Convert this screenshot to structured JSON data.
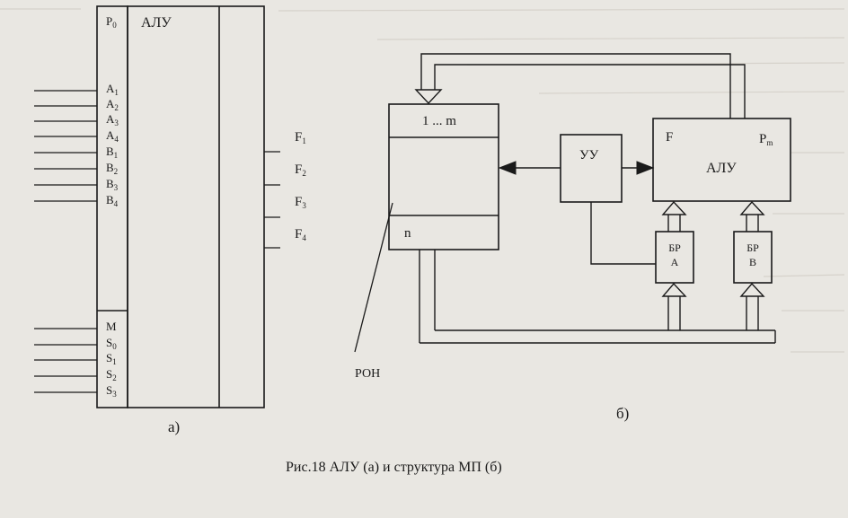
{
  "figure": {
    "caption": "Рис.18 АЛУ (а) и структура МП (б)",
    "panel_a": {
      "label": "а)",
      "chip_name": "АЛУ",
      "carry_in": {
        "base": "P",
        "sub": "0"
      },
      "data_inputs": [
        {
          "base": "A",
          "sub": "1"
        },
        {
          "base": "A",
          "sub": "2"
        },
        {
          "base": "A",
          "sub": "3"
        },
        {
          "base": "A",
          "sub": "4"
        },
        {
          "base": "B",
          "sub": "1"
        },
        {
          "base": "B",
          "sub": "2"
        },
        {
          "base": "B",
          "sub": "3"
        },
        {
          "base": "B",
          "sub": "4"
        }
      ],
      "control_inputs": [
        {
          "base": "M",
          "sub": ""
        },
        {
          "base": "S",
          "sub": "0"
        },
        {
          "base": "S",
          "sub": "1"
        },
        {
          "base": "S",
          "sub": "2"
        },
        {
          "base": "S",
          "sub": "3"
        }
      ],
      "outputs": [
        {
          "base": "F",
          "sub": "1"
        },
        {
          "base": "F",
          "sub": "2"
        },
        {
          "base": "F",
          "sub": "3"
        },
        {
          "base": "F",
          "sub": "4"
        }
      ]
    },
    "panel_b": {
      "label": "б)",
      "ron_top": "1 ... m",
      "ron_bottom": "n",
      "ron_pointer": "РОН",
      "control_unit": "УУ",
      "alu_left": "F",
      "alu_right_base": "P",
      "alu_right_sub": "m",
      "alu_name": "АЛУ",
      "reg_a_line1": "БР",
      "reg_a_line2": "А",
      "reg_b_line1": "БР",
      "reg_b_line2": "В"
    }
  }
}
